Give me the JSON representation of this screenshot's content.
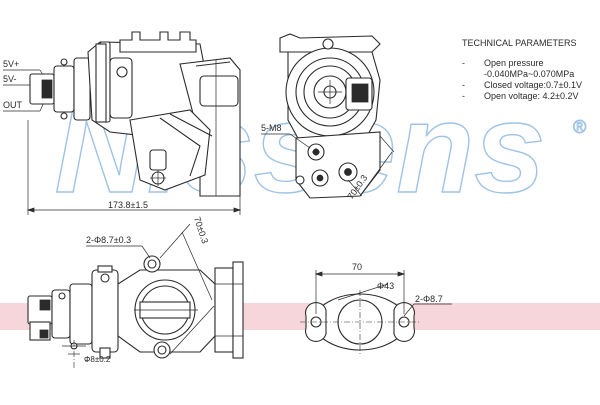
{
  "watermark": {
    "text": "Nissens",
    "registered_mark": "®",
    "color": "#9fc3e6",
    "band_color": "#f2c4cc"
  },
  "parameters": {
    "title": "TECHNICAL PARAMETERS",
    "items": [
      {
        "bullet": "-",
        "line1": "Open pressure",
        "line2": "-0.040MPa~0.070MPa"
      },
      {
        "bullet": "-",
        "line1": "Closed voltage:0.7±0.1V",
        "line2": ""
      },
      {
        "bullet": "-",
        "line1": "Open voltage: 4.2±0.2V",
        "line2": ""
      }
    ]
  },
  "pins": {
    "p1": "5V+",
    "p2": "5V-",
    "p3": "OUT"
  },
  "dimensions": {
    "length": "173.8±1.5",
    "bolt_holes_top": "2-Φ8.7±0.3",
    "angle_dim": "70±0.3",
    "thread": "5-M8",
    "side_dim": "70±0.3",
    "small_hole": "Φ8±0.2",
    "flange_width": "70",
    "flange_bore": "Φ43",
    "flange_holes": "2-Φ8.7"
  }
}
